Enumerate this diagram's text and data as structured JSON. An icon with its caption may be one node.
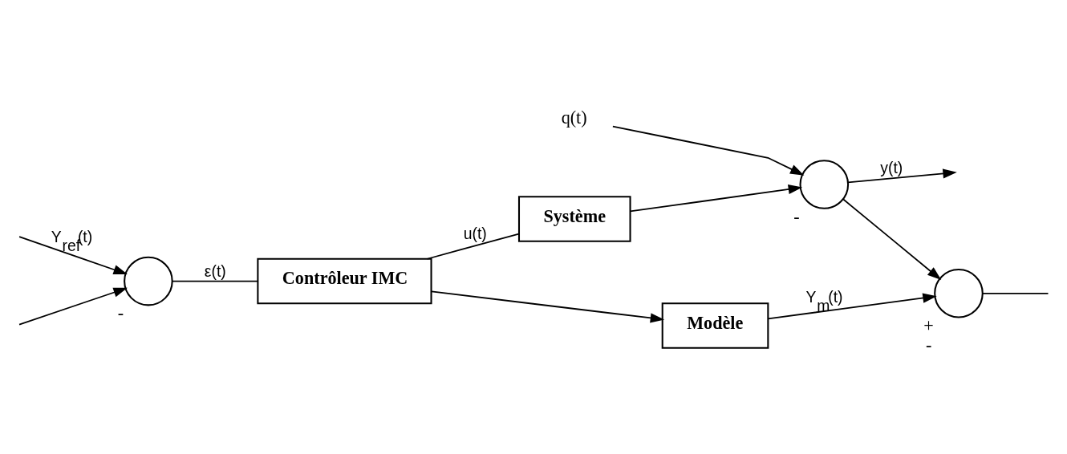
{
  "diagram": {
    "nodes": [
      {
        "text": [],
        "shape": "circle",
        "beside": [
          "-"
        ]
      },
      {
        "text": [
          "Contrôleur IMC"
        ]
      },
      {
        "text": [
          "Système"
        ]
      },
      {
        "text": [],
        "shape": "circle",
        "beside": [
          "-"
        ]
      },
      {
        "text": [
          "Modèle"
        ]
      },
      {
        "text": [],
        "shape": "circle",
        "beside": [
          "+",
          "-"
        ]
      },
      {
        "text": [
          "q(t)"
        ]
      }
    ],
    "edges": [
      {
        "from": null,
        "to": 0,
        "arrow": "to",
        "label": "Y$_{ref}$(t)"
      },
      {
        "from": 0,
        "to": 1,
        "arrow": "none",
        "label": "ε(t)"
      },
      {
        "from": 1,
        "to": 2,
        "arrow": "none",
        "label": "u(t)"
      },
      {
        "from": 1,
        "to": 4,
        "arrow": "to"
      },
      {
        "from": 2,
        "to": 3,
        "arrow": "to"
      },
      {
        "from": 6,
        "to": 3,
        "arrow": "to"
      },
      {
        "from": 3,
        "to": null,
        "arrow": "to",
        "label": "y(t)"
      },
      {
        "from": 3,
        "to": 5,
        "arrow": "to"
      },
      {
        "from": 4,
        "to": 5,
        "arrow": "to",
        "label": "Y$_{m}$(t)"
      },
      {
        "from": 5,
        "to": null,
        "arrow": "none"
      },
      {
        "from": null,
        "to": 0,
        "arrow": "to"
      }
    ]
  }
}
